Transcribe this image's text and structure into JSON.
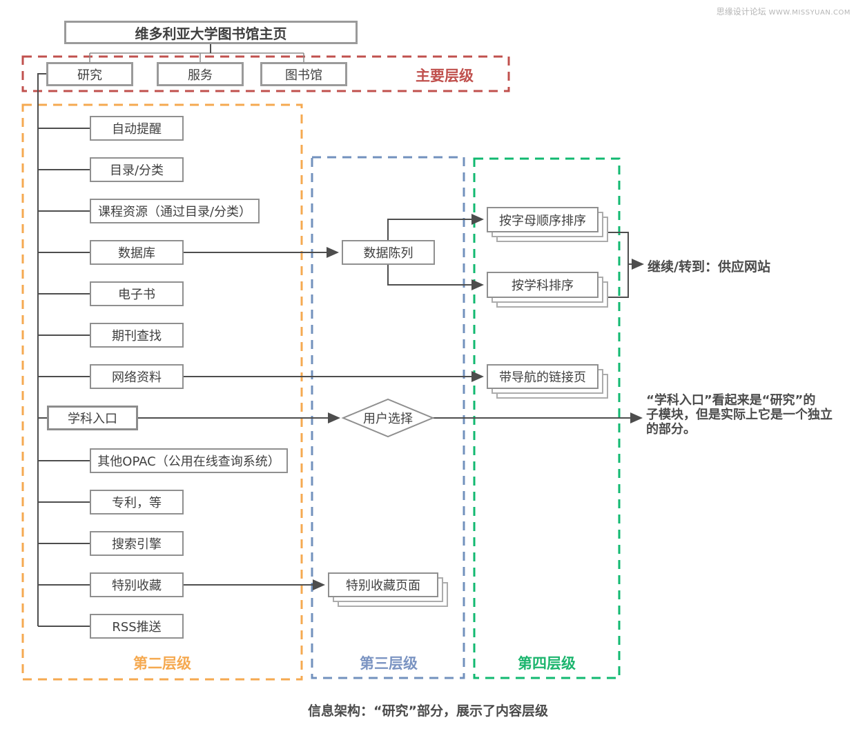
{
  "watermark": {
    "site_name": "思缘设计论坛",
    "site_url": "www.missyuan.com"
  },
  "root": {
    "title": "维多利亚大学图书馆主页"
  },
  "levels": {
    "level1": {
      "label": "主要层级",
      "color": "#c0504d",
      "items": [
        "研究",
        "服务",
        "图书馆"
      ]
    },
    "level2": {
      "label": "第二层级",
      "color": "#f5a950",
      "items": [
        "自动提醒",
        "目录/分类",
        "课程资源（通过目录/分类）",
        "数据库",
        "电子书",
        "期刊查找",
        "网络资料",
        "学科入口",
        "其他OPAC（公用在线查询系统）",
        "专利，等",
        "搜索引擎",
        "特别收藏",
        "RSS推送"
      ]
    },
    "level3": {
      "label": "第三层级",
      "color": "#7291bd",
      "boxes": {
        "data_display": "数据陈列",
        "user_choice": "用户选择",
        "special_collections_page": "特别收藏页面"
      }
    },
    "level4": {
      "label": "第四层级",
      "color": "#11b970",
      "boxes": {
        "alphabetical": "按字母顺序排序",
        "by_subject": "按学科排序",
        "nav_links_page": "带导航的链接页"
      }
    }
  },
  "annotations": {
    "vendor_continue": "继续/转到：供应网站",
    "note_line1": "“学科入口”看起来是“研究”的",
    "note_line2": "子模块，但是实际上它是一个独立",
    "note_line3": "的部分。",
    "caption": "信息架构：“研究”部分，展示了内容层级"
  },
  "line_color": "#4d4d4d"
}
